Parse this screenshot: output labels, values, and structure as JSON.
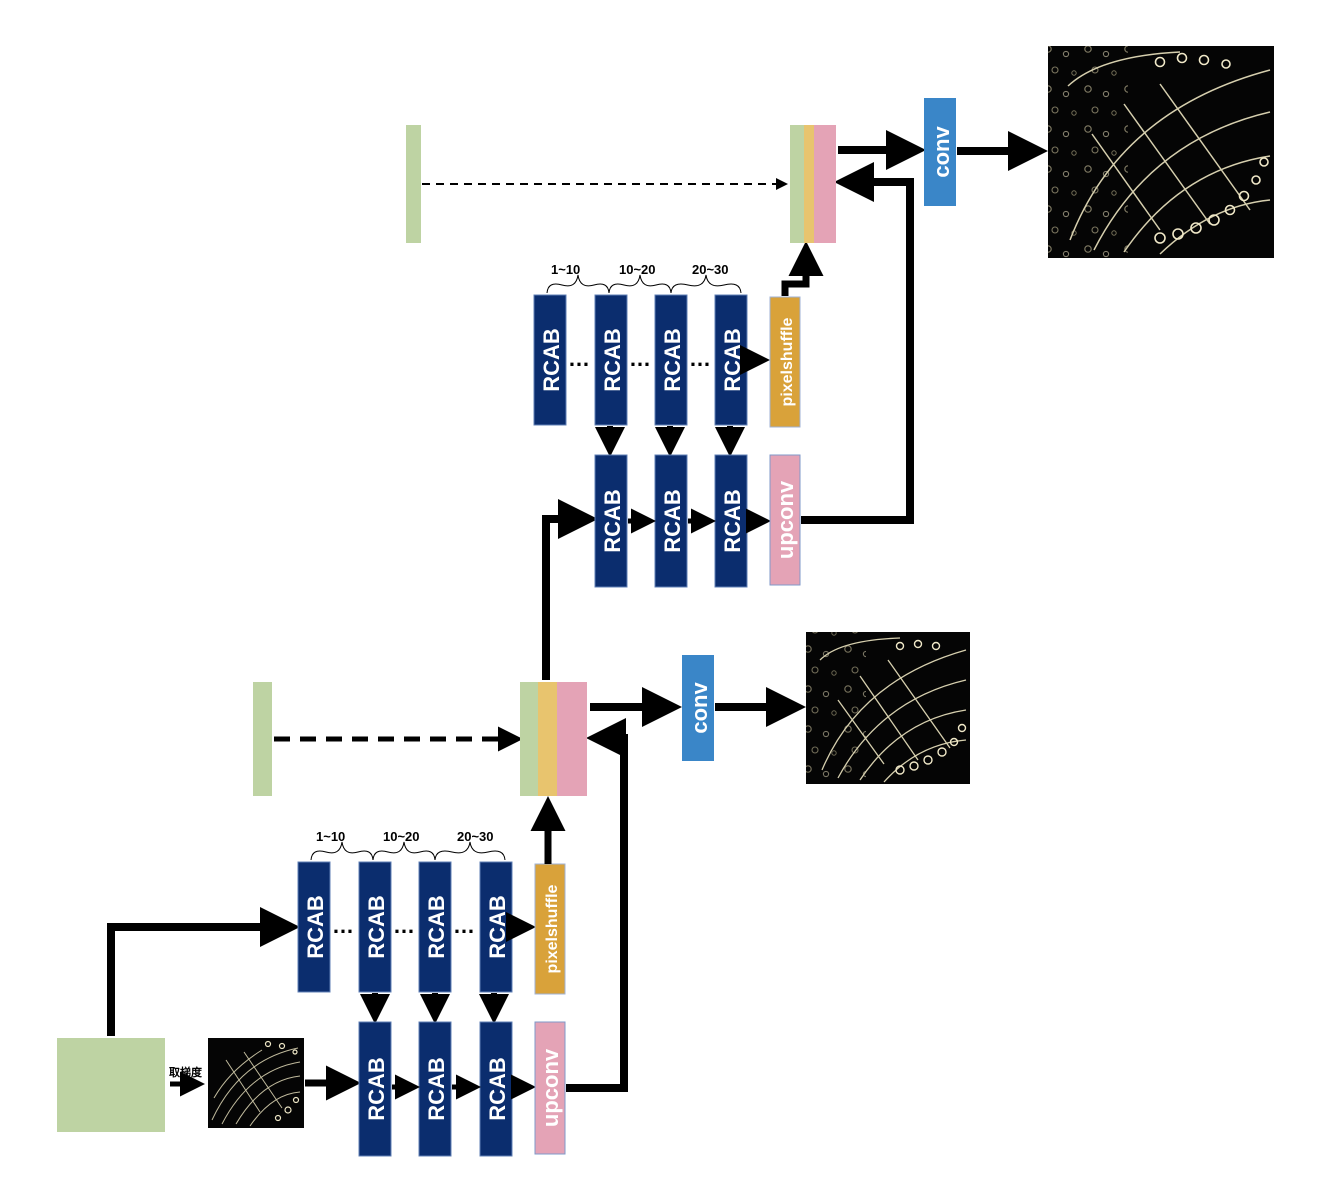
{
  "diagram": {
    "blocks": {
      "rcab": "RCAB",
      "pixelshuffle": "pixelshuffle",
      "upconv": "upconv",
      "conv": "conv"
    },
    "ranges": [
      "1~10",
      "10~20",
      "20~30"
    ],
    "ellipsis": "…",
    "gradient_label": "取梯度",
    "colors": {
      "rcab": "#0b2d6e",
      "pixelshuffle": "#d9a23a",
      "upconv": "#e4a3b6",
      "conv": "#3a86c8",
      "feature": "#bed3a3",
      "arrow": "#000000",
      "image_bg": "#050505"
    }
  }
}
